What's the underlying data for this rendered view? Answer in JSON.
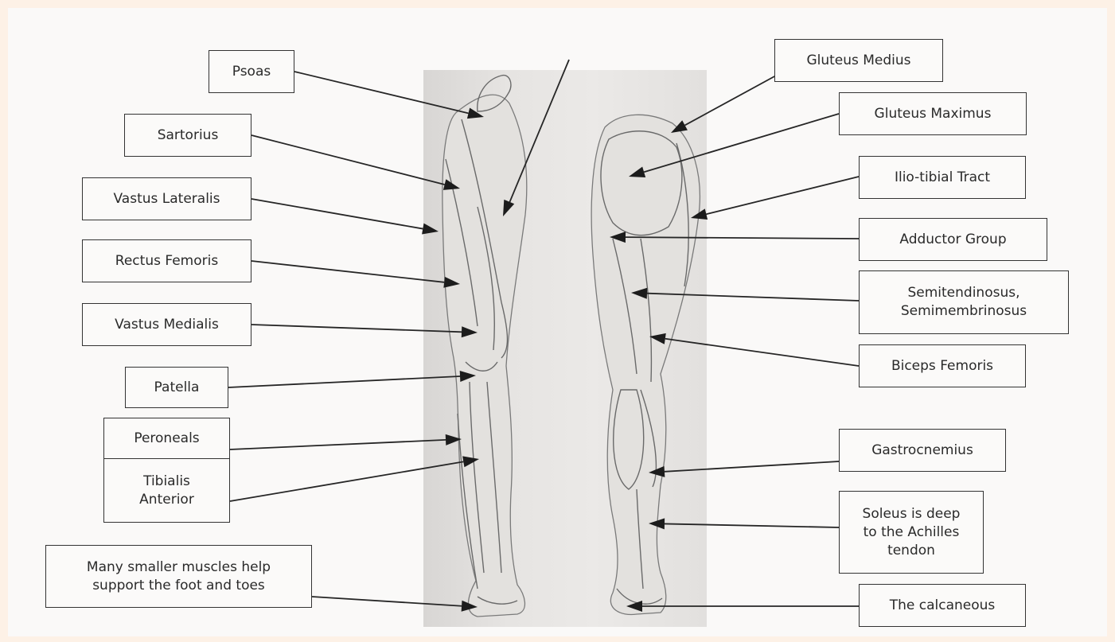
{
  "labels": {
    "psoas": "Psoas",
    "sartorius": "Sartorius",
    "vastus_lateralis": "Vastus Lateralis",
    "rectus_femoris": "Rectus Femoris",
    "vastus_medialis": "Vastus Medialis",
    "patella": "Patella",
    "peroneals": "Peroneals",
    "tibialis_anterior": "Tibialis\nAnterior",
    "foot_muscles": "Many smaller muscles help\nsupport the foot and toes",
    "gluteus_medius": "Gluteus Medius",
    "gluteus_maximus": "Gluteus Maximus",
    "ilio_tibial_tract": "Ilio-tibial Tract",
    "adductor_group": "Adductor Group",
    "semitendinosus": "Semitendinosus,\nSemimembrinosus",
    "biceps_femoris": "Biceps Femoris",
    "gastrocnemius": "Gastrocnemius",
    "soleus": "Soleus is deep\nto the Achilles\ntendon",
    "calcaneous": "The calcaneous"
  },
  "colors": {
    "background": "#fdf1e6",
    "paper": "#faf9f8",
    "drawing_panel": "#e6e4e2",
    "border": "#333333"
  }
}
